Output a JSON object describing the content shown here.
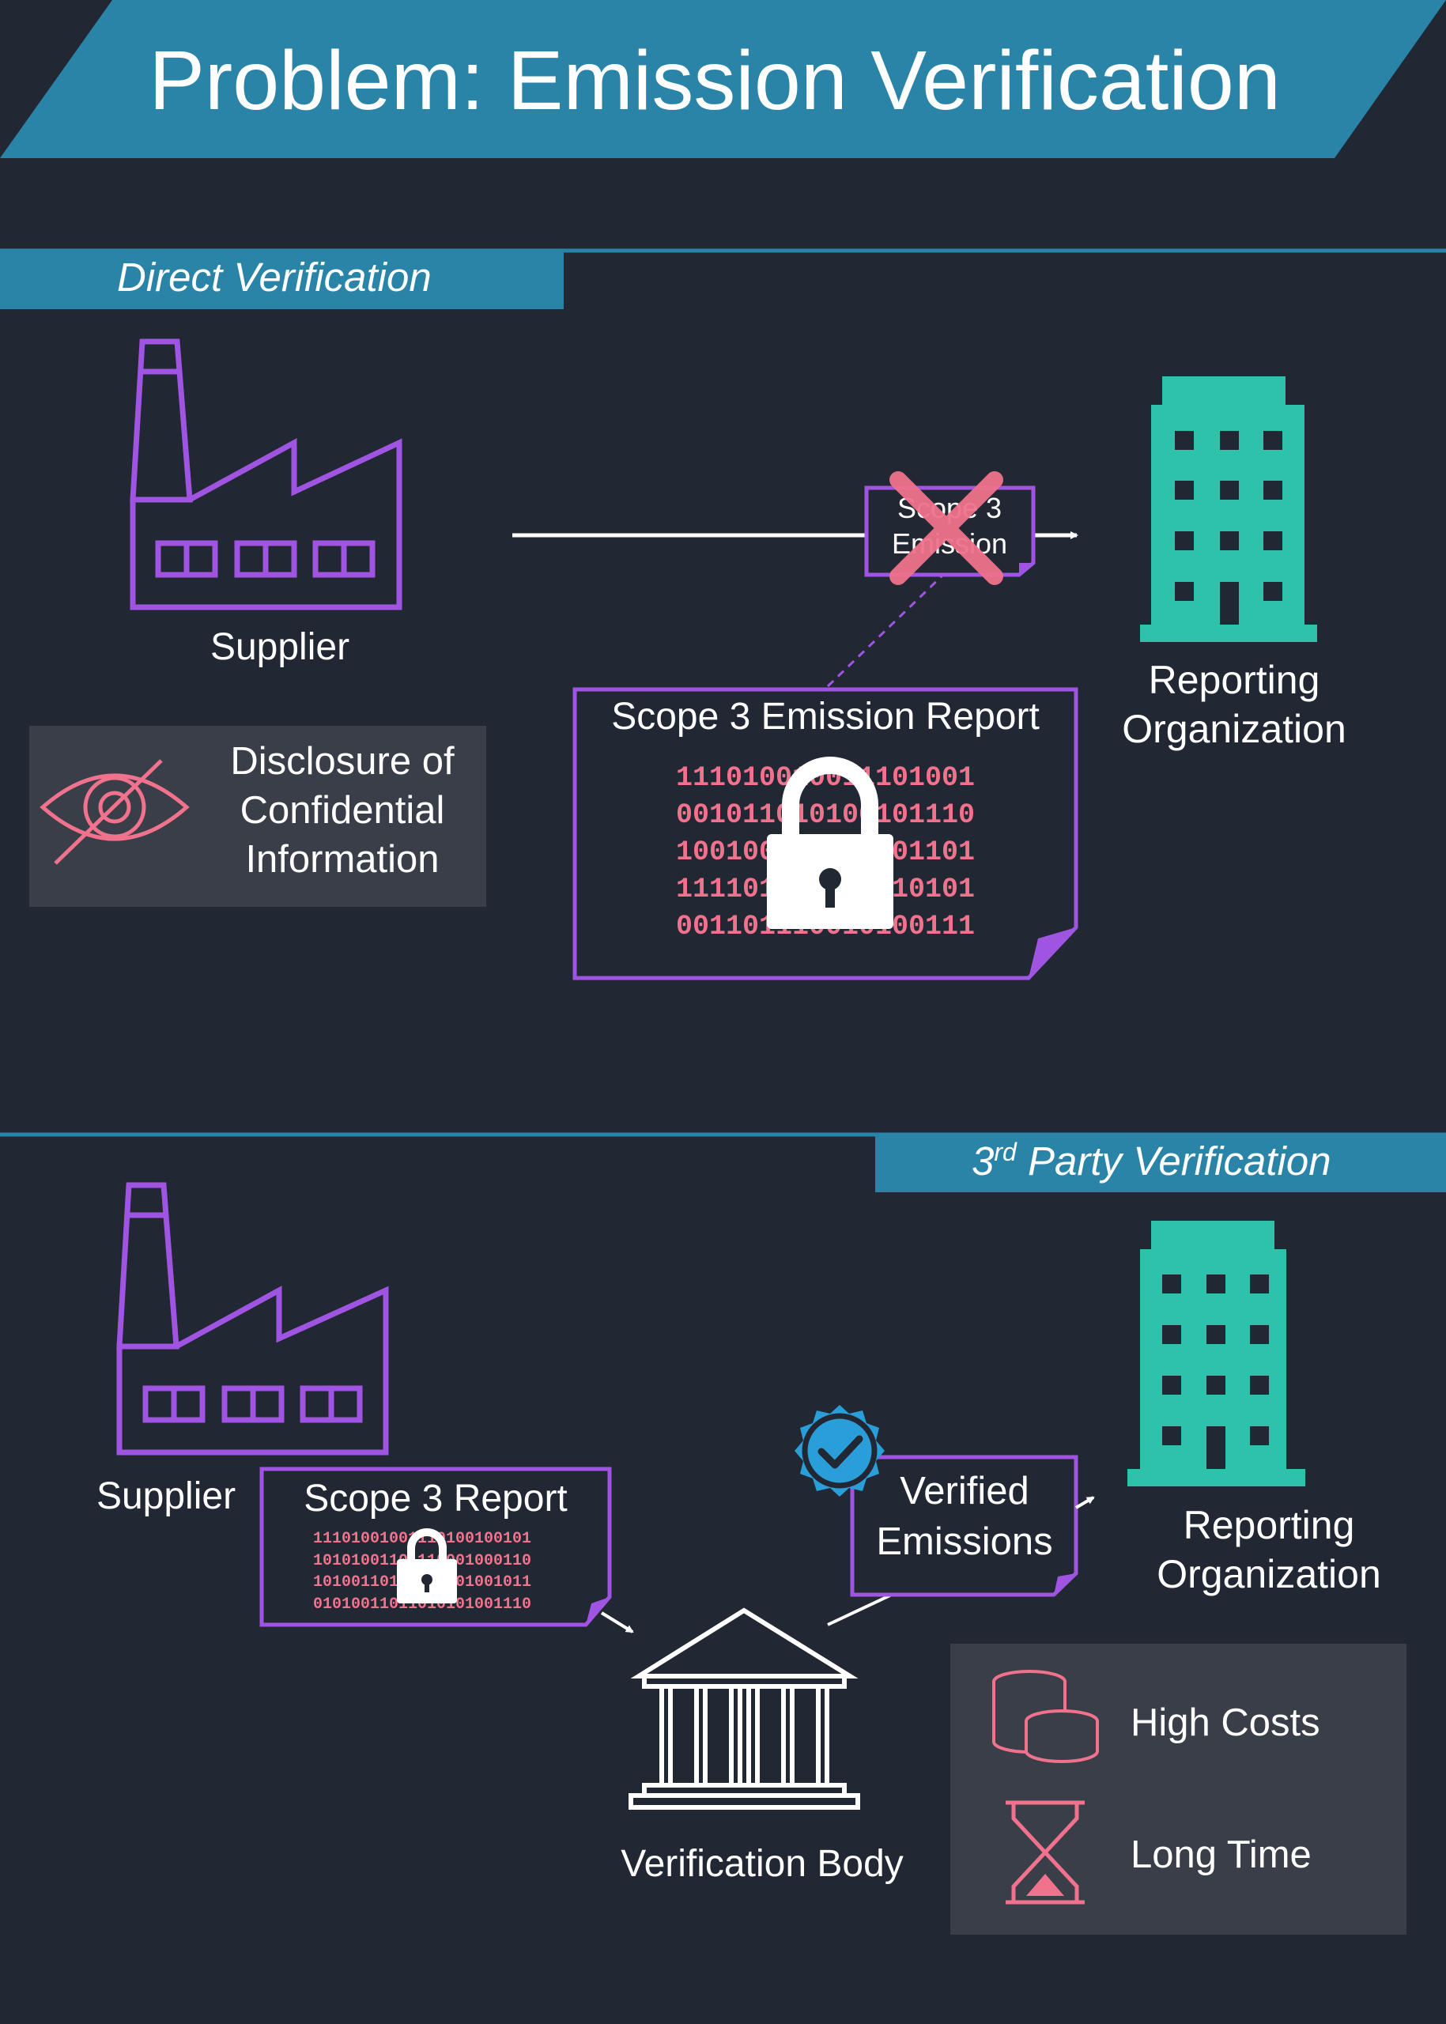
{
  "title": "Problem: Emission Verification",
  "direct": {
    "heading": "Direct Verification",
    "supplier_label": "Supplier",
    "reporting_line1": "Reporting",
    "reporting_line2": "Organization",
    "emission_tag_line1": "Scope 3",
    "emission_tag_line2": "Emission",
    "report_title": "Scope 3 Emission Report",
    "report_binary": [
      "111010010011101001",
      "001011010100101110",
      "100100010011001101",
      "111101001001110101",
      "001101110010100111"
    ],
    "disclosure_line1": "Disclosure of",
    "disclosure_line2": "Confidential",
    "disclosure_line3": "Information"
  },
  "third_party": {
    "heading_sup": "rd",
    "heading_num": "3",
    "heading_rest": " Party Verification",
    "supplier_label": "Supplier",
    "report_title": "Scope 3 Report",
    "report_binary": [
      "11101001001110100100101",
      "10101001101110001000110",
      "10100110110101001001011",
      "01010011011010101001110"
    ],
    "verified_line1": "Verified",
    "verified_line2": "Emissions",
    "reporting_line1": "Reporting",
    "reporting_line2": "Organization",
    "verification_body_label": "Verification Body",
    "cost_label": "High Costs",
    "time_label": "Long Time"
  },
  "colors": {
    "background": "#212733",
    "banner": "#2a84a8",
    "purple": "#a054e2",
    "teal": "#2fc2aa",
    "pink": "#f0728c",
    "panel": "#393e48",
    "seal": "#2a9ed8"
  }
}
